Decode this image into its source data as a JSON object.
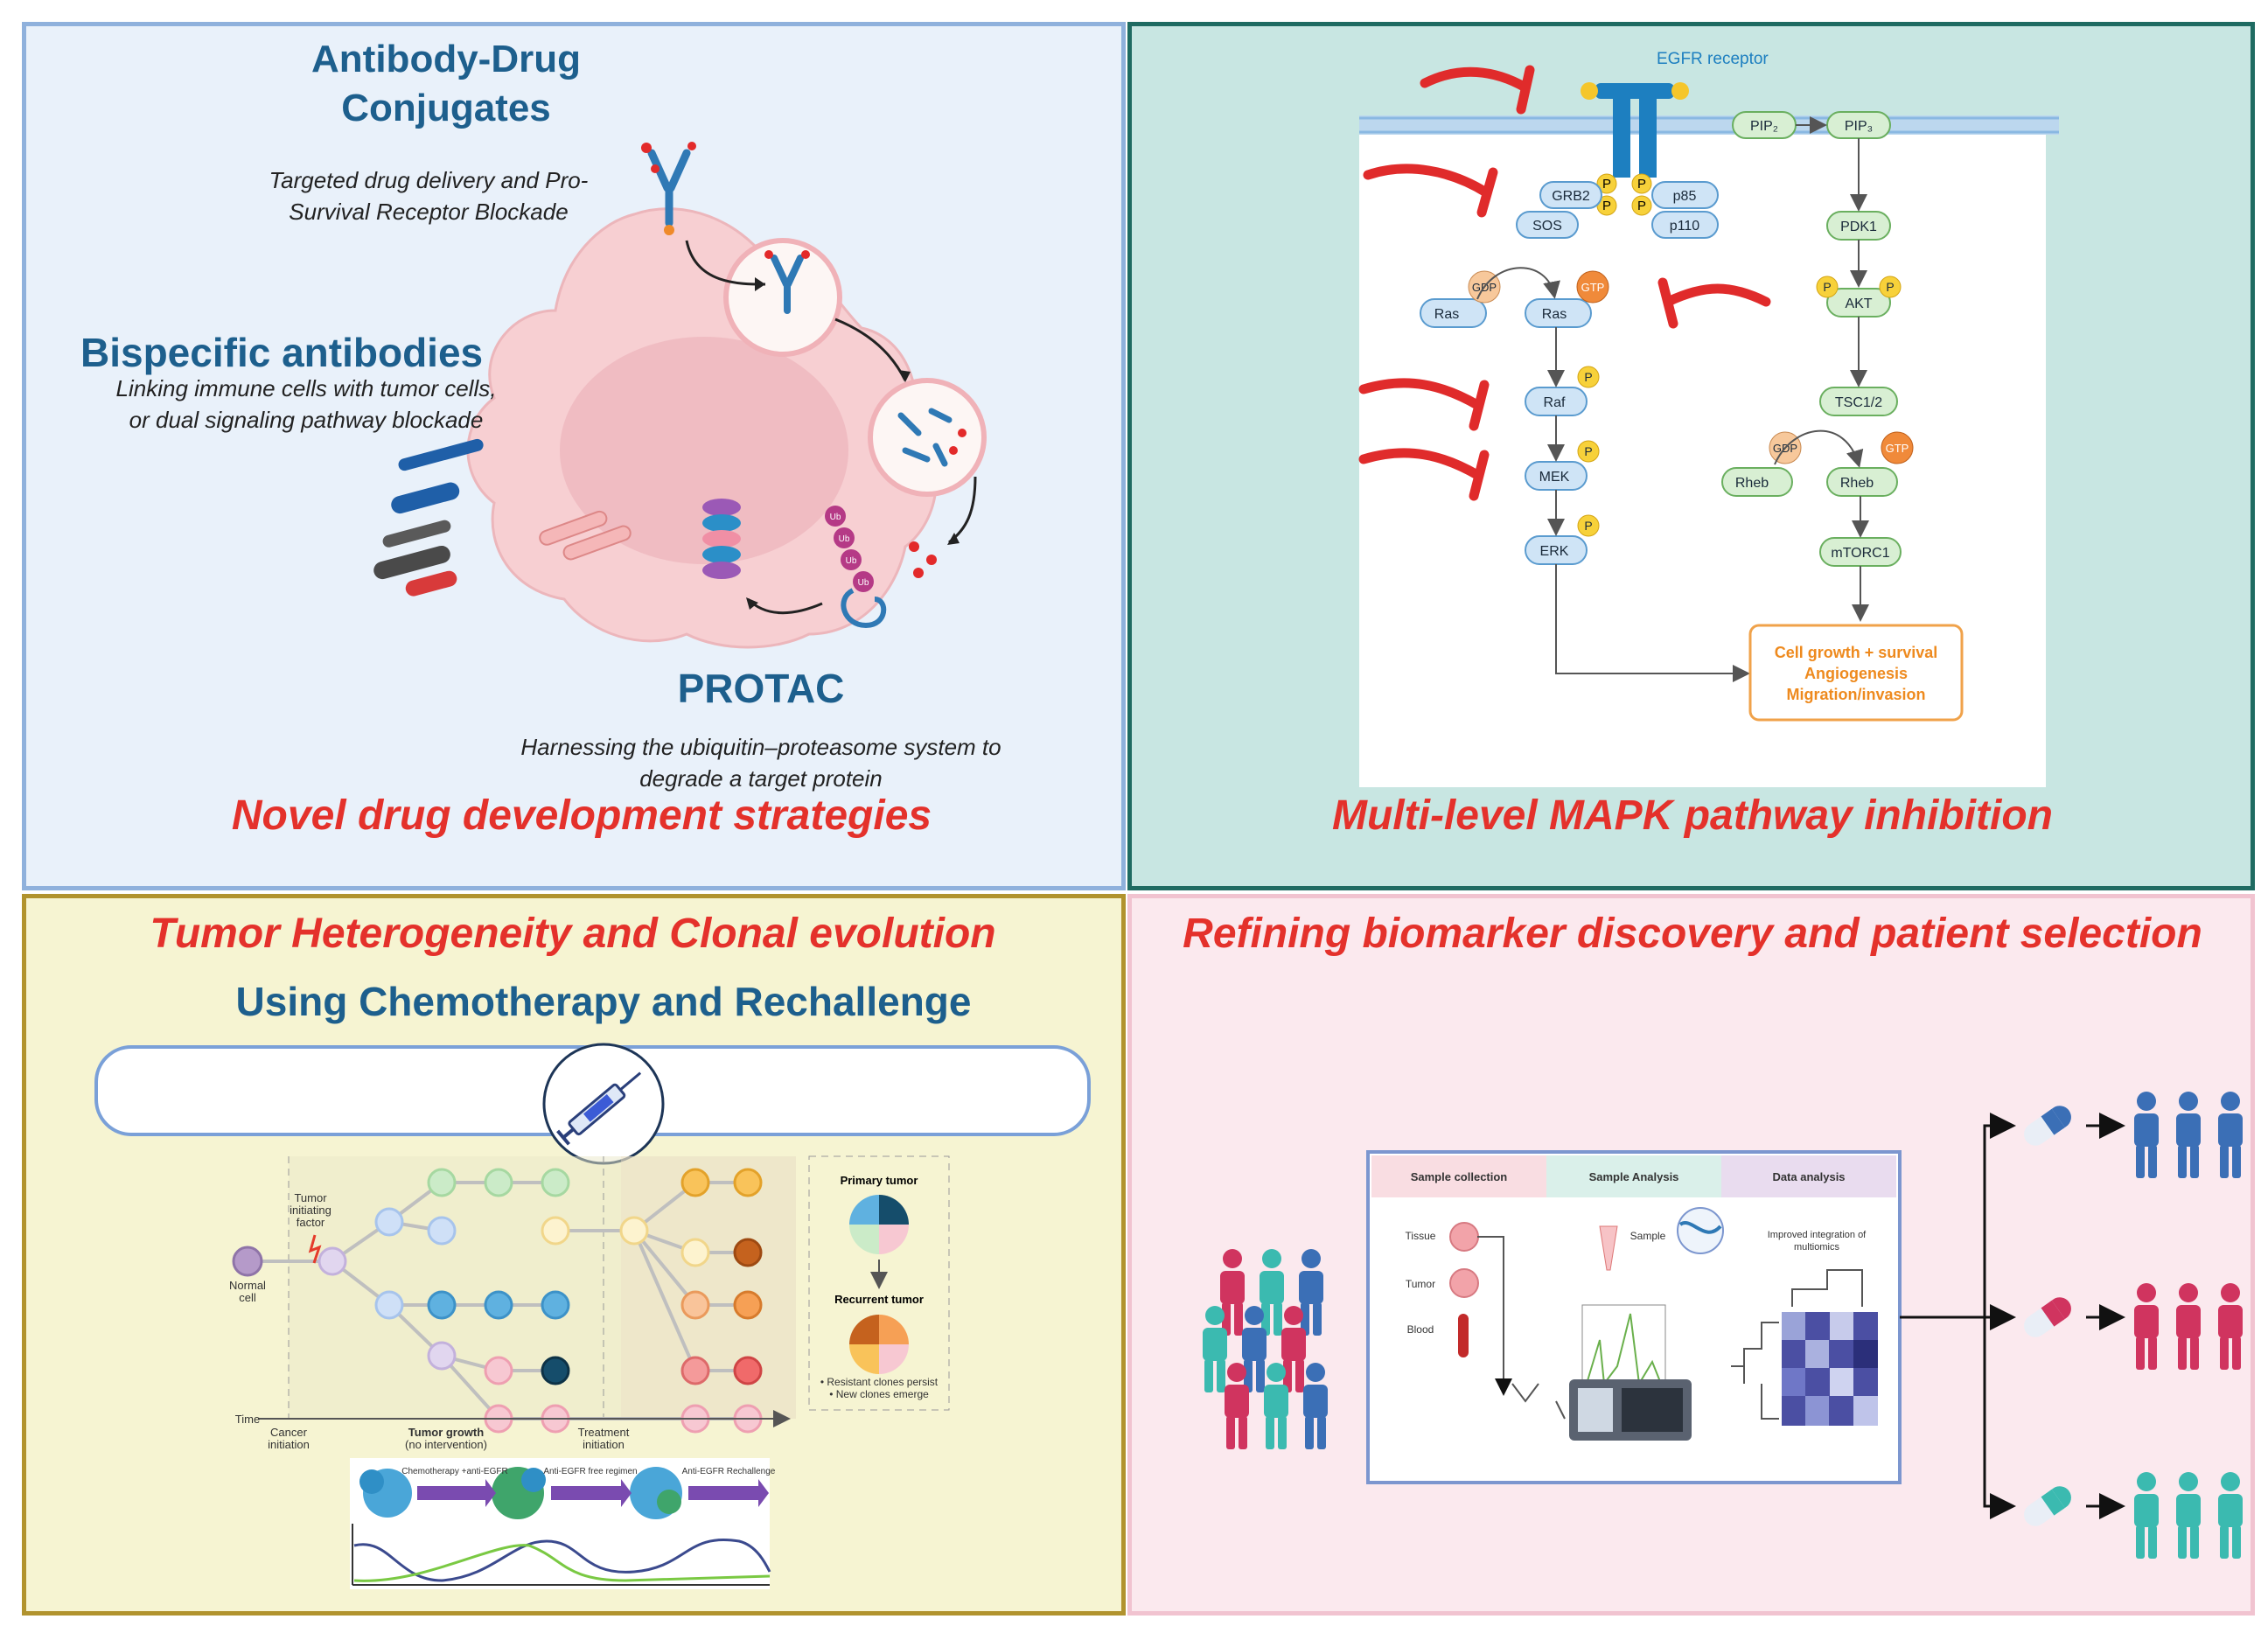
{
  "panel1": {
    "adc_title_line1": "Antibody-Drug",
    "adc_title_line2": "Conjugates",
    "adc_desc_line1": "Targeted drug delivery and Pro-",
    "adc_desc_line2": "Survival Receptor Blockade",
    "bispecific_title": "Bispecific antibodies",
    "bispecific_desc_line1": "Linking immune cells with tumor cells,",
    "bispecific_desc_line2": "or dual signaling pathway blockade",
    "protac_title": "PROTAC",
    "protac_desc_line1": "Harnessing the ubiquitin–proteasome system to",
    "protac_desc_line2": "degrade a target protein",
    "ub_label": "Ub",
    "caption": "Novel drug development strategies"
  },
  "panel2": {
    "receptor_label": "EGFR receptor",
    "nodes": {
      "grb2": "GRB2",
      "sos": "SOS",
      "p85": "p85",
      "p110": "p110",
      "ras": "Ras",
      "gdp": "GDP",
      "gtp": "GTP",
      "raf": "Raf",
      "mek": "MEK",
      "erk": "ERK",
      "p": "P",
      "pip2": "PIP₂",
      "pip3": "PIP₃",
      "pdk1": "PDK1",
      "akt": "AKT",
      "tsc": "TSC1/2",
      "rheb": "Rheb",
      "mtorc1": "mTORC1"
    },
    "outcome_lines": [
      "Cell growth + survival",
      "Angiogenesis",
      "Migration/invasion"
    ],
    "caption": "Multi-level MAPK pathway inhibition",
    "colors": {
      "inhibitor": "#e02b2b",
      "mapk_node": "#cfe4f6",
      "pi3k_node": "#d8efd3",
      "phospho": "#f7d13a",
      "gtp": "#f08a3a"
    }
  },
  "panel3": {
    "title": "Tumor Heterogeneity and Clonal evolution",
    "subtitle": "Using Chemotherapy and Rechallenge",
    "normal_cell": [
      "Normal",
      "cell"
    ],
    "initiating": [
      "Tumor",
      "initiating",
      "factor"
    ],
    "time_label": "Time",
    "phases": [
      {
        "line1": "Cancer",
        "line2": "initiation"
      },
      {
        "line1": "Tumor growth",
        "line2": "(no intervention)"
      },
      {
        "line1": "Treatment",
        "line2": "initiation"
      }
    ],
    "primary_tumor": "Primary tumor",
    "recurrent_tumor": "Recurrent tumor",
    "notes": [
      "• Resistant clones persist",
      "• New clones emerge"
    ],
    "treatment_steps": [
      "Chemotherapy +anti-EGFR",
      "Anti-EGFR free regimen",
      "Anti-EGFR Rechallenge"
    ]
  },
  "panel4": {
    "title": "Refining biomarker discovery and patient selection",
    "sections": [
      "Sample collection",
      "Sample Analysis",
      "Data analysis"
    ],
    "samples": [
      "Tissue",
      "Tumor",
      "Blood"
    ],
    "sample_label": "Sample",
    "multiomics_lines": [
      "Improved integration of",
      "multiomics"
    ],
    "group_colors": [
      "#3b6fb6",
      "#d0345f",
      "#3bbab0"
    ]
  }
}
